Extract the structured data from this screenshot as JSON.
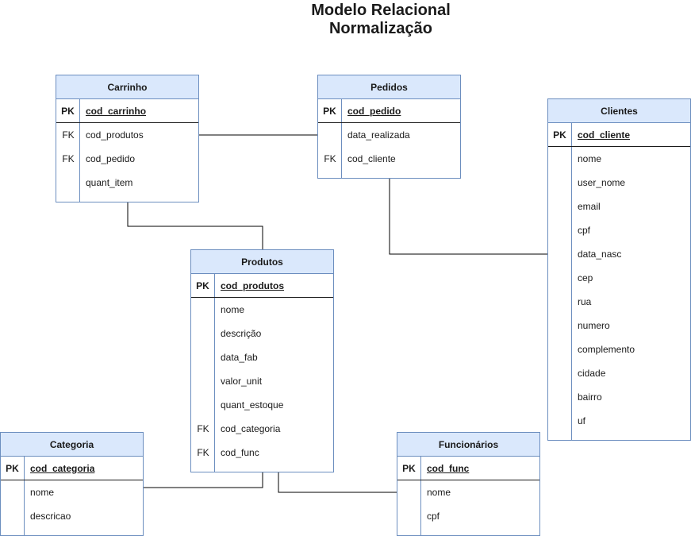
{
  "title": {
    "line1": "Modelo Relacional",
    "line2": "Normalização"
  },
  "colors": {
    "header_fill": "#dae8fc",
    "border": "#6c8ebf",
    "line": "#000000"
  },
  "entities": {
    "carrinho": {
      "name": "Carrinho",
      "pk": {
        "key": "PK",
        "field": "cod_carrinho"
      },
      "fields": [
        {
          "key": "FK",
          "field": "cod_produtos"
        },
        {
          "key": "FK",
          "field": "cod_pedido"
        },
        {
          "key": "",
          "field": "quant_item"
        }
      ]
    },
    "pedidos": {
      "name": "Pedidos",
      "pk": {
        "key": "PK",
        "field": "cod_pedido"
      },
      "fields": [
        {
          "key": "",
          "field": "data_realizada"
        },
        {
          "key": "FK",
          "field": "cod_cliente"
        }
      ]
    },
    "clientes": {
      "name": "Clientes",
      "pk": {
        "key": "PK",
        "field": "cod_cliente"
      },
      "fields": [
        {
          "key": "",
          "field": "nome"
        },
        {
          "key": "",
          "field": "user_nome"
        },
        {
          "key": "",
          "field": "email"
        },
        {
          "key": "",
          "field": "cpf"
        },
        {
          "key": "",
          "field": "data_nasc"
        },
        {
          "key": "",
          "field": "cep"
        },
        {
          "key": "",
          "field": "rua"
        },
        {
          "key": "",
          "field": "numero"
        },
        {
          "key": "",
          "field": "complemento"
        },
        {
          "key": "",
          "field": "cidade"
        },
        {
          "key": "",
          "field": "bairro"
        },
        {
          "key": "",
          "field": "uf"
        }
      ]
    },
    "produtos": {
      "name": "Produtos",
      "pk": {
        "key": "PK",
        "field": "cod_produtos"
      },
      "fields": [
        {
          "key": "",
          "field": "nome"
        },
        {
          "key": "",
          "field": "descrição"
        },
        {
          "key": "",
          "field": "data_fab"
        },
        {
          "key": "",
          "field": "valor_unit"
        },
        {
          "key": "",
          "field": "quant_estoque"
        },
        {
          "key": "FK",
          "field": "cod_categoria"
        },
        {
          "key": "FK",
          "field": "cod_func"
        }
      ]
    },
    "categoria": {
      "name": "Categoria",
      "pk": {
        "key": "PK",
        "field": "cod_categoria"
      },
      "fields": [
        {
          "key": "",
          "field": "nome"
        },
        {
          "key": "",
          "field": "descricao"
        }
      ]
    },
    "funcionarios": {
      "name": "Funcionários",
      "pk": {
        "key": "PK",
        "field": "cod_func"
      },
      "fields": [
        {
          "key": "",
          "field": "nome"
        },
        {
          "key": "",
          "field": "cpf"
        }
      ]
    }
  }
}
